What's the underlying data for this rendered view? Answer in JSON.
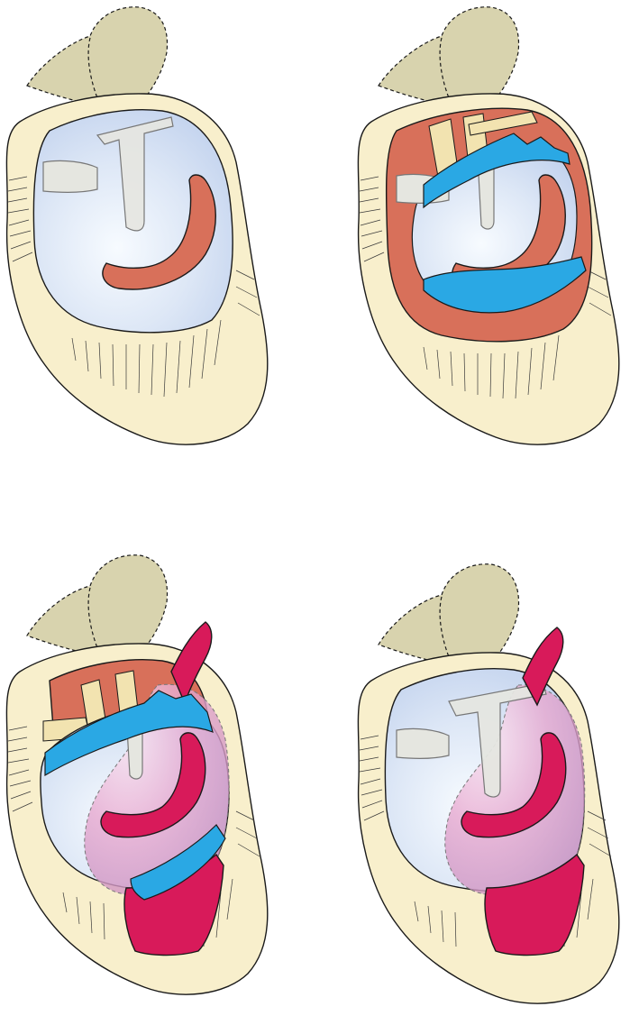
{
  "figure": {
    "panel_count": 4,
    "panels": [
      {
        "id": "top-left",
        "state": "intact-sac"
      },
      {
        "id": "top-right",
        "state": "opened-sac-with-blue-edges"
      },
      {
        "id": "bottom-left",
        "state": "red-structure-overlaid-with-blue-edges"
      },
      {
        "id": "bottom-right",
        "state": "red-structure-overlaid-intact-sac"
      }
    ]
  },
  "colors": {
    "background": "#ffffff",
    "outline": "#1a1a1a",
    "tissue": "#f8efcc",
    "top_lobe": "#d8d3ae",
    "sac": "#d2dff3",
    "sac_center": "#f7fbff",
    "stem": "#e5e6e0",
    "orange_muscle": "#d8705a",
    "band_pale": "#f2e3b0",
    "blue_edge": "#2aa8e4",
    "crimson": "#d81a5a",
    "pink_glow": "#d77fb9"
  },
  "icons": {
    "tissue_hatching": "hatch-lines-icon",
    "dashed_outline": "dashed-outline-icon"
  }
}
